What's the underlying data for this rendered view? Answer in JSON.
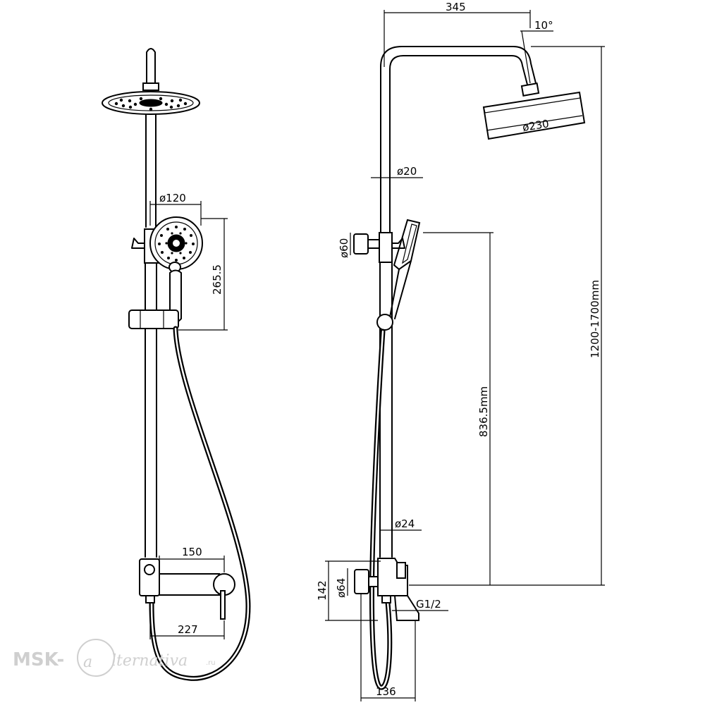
{
  "front_view": {
    "dimensions": {
      "handshower_diameter": "ø120",
      "handshower_height": "265.5",
      "mixer_width": "150",
      "outlet_spacing": "227"
    }
  },
  "side_view": {
    "dimensions": {
      "arm_length": "345",
      "head_tilt": "10°",
      "head_diameter": "ø230",
      "upper_pipe_diameter": "ø20",
      "handshower_face_diameter": "ø60",
      "total_height": "1200-1700mm",
      "holder_height": "836.5mm",
      "lower_pipe_diameter": "ø24",
      "mixer_body_diameter": "ø64",
      "mixer_height": "142",
      "thread_size": "G1/2",
      "base_depth": "136"
    }
  },
  "watermark": {
    "brand": "MSK-",
    "script": "lternativa",
    "domain": ".ru"
  },
  "colors": {
    "line": "#000000",
    "background": "#ffffff",
    "watermark": "#cfcfcf"
  }
}
